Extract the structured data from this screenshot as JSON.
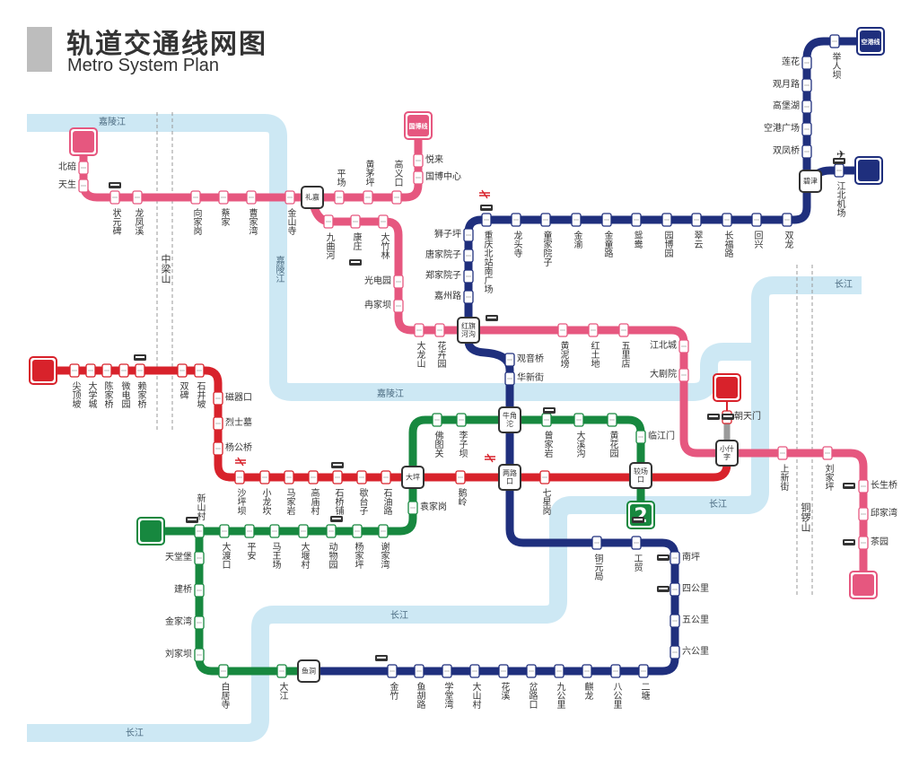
{
  "header": {
    "title": "轨道交通线网图",
    "subtitle": "Metro System Plan"
  },
  "rivers": [
    {
      "name": "嘉陵江",
      "color": "#cde8f4"
    },
    {
      "name": "长江",
      "color": "#cde8f4"
    }
  ],
  "mountains": [
    "中梁山",
    "铜锣山"
  ],
  "lines": [
    {
      "id": "line6",
      "color": "#e6577f",
      "terminal_label": "国博线",
      "stations": [
        "北碚",
        "天生",
        "状元碑",
        "龙凤溪",
        "向家岗",
        "蔡家",
        "曹家湾",
        "金山寺",
        "平场",
        "黄茅坪",
        "高义口",
        "国博中心",
        "悦来",
        "九曲河",
        "康庄",
        "大竹林",
        "光电园",
        "冉家坝",
        "大龙山",
        "花卉园",
        "黄泥塝",
        "红土地",
        "五里店",
        "江北城",
        "大剧院",
        "上新街",
        "刘家坪",
        "长生桥",
        "邱家湾",
        "茶园"
      ]
    },
    {
      "id": "line3",
      "color": "#1f2f7d",
      "terminal_label": "空港线",
      "stations": [
        "举人坝",
        "莲花",
        "观月路",
        "高堡湖",
        "空港广场",
        "双凤桥",
        "江北机场",
        "双龙",
        "回兴",
        "长福路",
        "翠云",
        "园博园",
        "鸳鸯",
        "金童路",
        "金渝",
        "童家院子",
        "龙头寺",
        "重庆北站南广场",
        "狮子坪",
        "唐家院子",
        "郑家院子",
        "嘉州路",
        "观音桥",
        "华新街",
        "铜元局",
        "工贸",
        "南坪",
        "四公里",
        "五公里",
        "六公里",
        "二塘",
        "八公里",
        "麒龙",
        "九公里",
        "岔路口",
        "花溪",
        "大山村",
        "学堂湾",
        "鱼胡路",
        "金竹"
      ]
    },
    {
      "id": "line2",
      "color": "#17883f",
      "terminal_label": "2",
      "stations": [
        "新山村",
        "大渡口",
        "平安",
        "马王场",
        "大堰村",
        "动物园",
        "杨家坪",
        "谢家湾",
        "袁家岗",
        "佛图关",
        "李子坝",
        "曾家岩",
        "大溪沟",
        "黄花园",
        "临江门",
        "天堂堡",
        "建桥",
        "金家湾",
        "刘家坝",
        "白居寺",
        "大江"
      ]
    },
    {
      "id": "line1",
      "color": "#d8222b",
      "terminal_label": "",
      "stations": [
        "尖顶坡",
        "大学城",
        "陈家桥",
        "微电园",
        "赖家桥",
        "双碑",
        "石井坡",
        "磁器口",
        "烈士墓",
        "杨公桥",
        "沙坪坝",
        "小龙坎",
        "马家岩",
        "高庙村",
        "石桥铺",
        "歇台子",
        "石油路",
        "鹅岭",
        "七星岗",
        "朝天门"
      ]
    }
  ],
  "interchanges": [
    "礼嘉",
    "碧津",
    "红旗河沟",
    "牛角沱",
    "两路口",
    "较场口",
    "大坪",
    "小什字",
    "鱼洞"
  ],
  "icons": [
    "airplane-icon",
    "train-icon",
    "bus-icon"
  ]
}
